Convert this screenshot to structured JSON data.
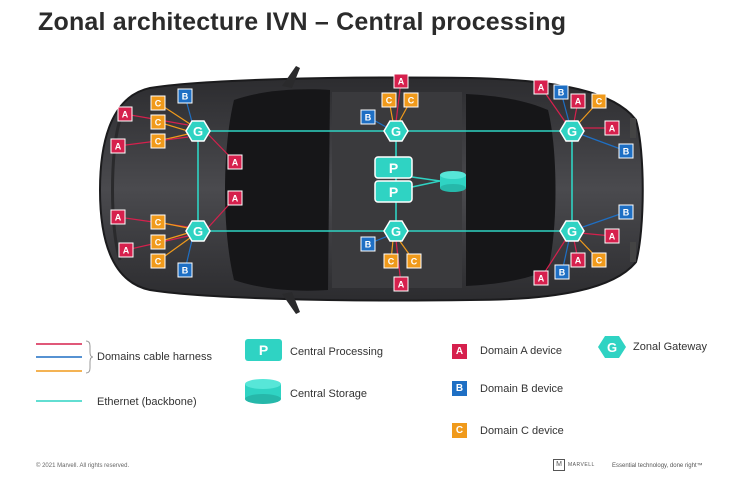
{
  "title": "Zonal architecture IVN – Central processing",
  "colors": {
    "ethernet": "#2fd3c3",
    "domain_a": "#d6204d",
    "domain_b": "#1e6fc4",
    "domain_c": "#f09a1b",
    "car_body": "#3d3d40",
    "glass": "#161618"
  },
  "badges": {
    "gateway": "G",
    "processing": "P",
    "domain_a": "A",
    "domain_b": "B",
    "domain_c": "C"
  },
  "legend": {
    "harness_label": "Domains cable harness",
    "ethernet_label": "Ethernet (backbone)",
    "central_processing": "Central Processing",
    "central_storage": "Central Storage",
    "domain_a_device": "Domain A device",
    "domain_b_device": "Domain B device",
    "domain_c_device": "Domain C device",
    "zonal_gateway": "Zonal Gateway"
  },
  "footer": {
    "copyright": "© 2021 Marvell. All rights reserved.",
    "brand": "MARVELL",
    "tagline": "Essential technology, done right™"
  }
}
